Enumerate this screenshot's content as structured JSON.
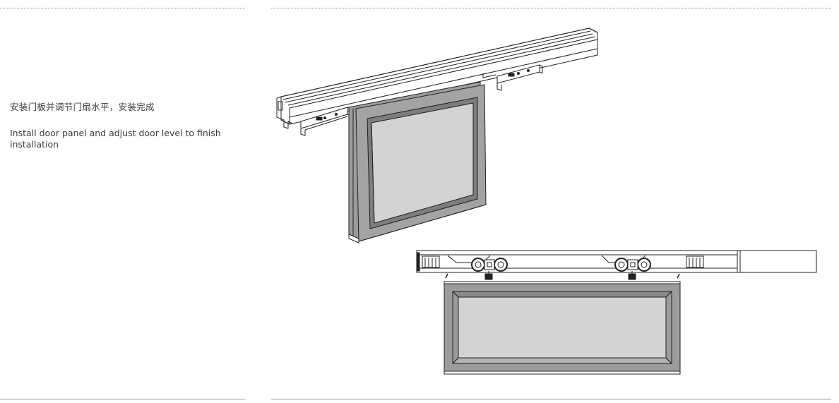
{
  "instruction": {
    "zh": "安装门板并调节门扇水平，安装完成",
    "en": "Install door panel  and adjust door level to finish installation"
  },
  "figures": {
    "upper": "isometric-track-with-door-panel",
    "lower": "front-view-track-with-roller-carriages"
  },
  "colors": {
    "line": "#222222",
    "frame": "#9c9c9c",
    "frame_dark": "#7d7d7d",
    "glass": "#d3d3d3",
    "rule": "#8a8a8a"
  }
}
